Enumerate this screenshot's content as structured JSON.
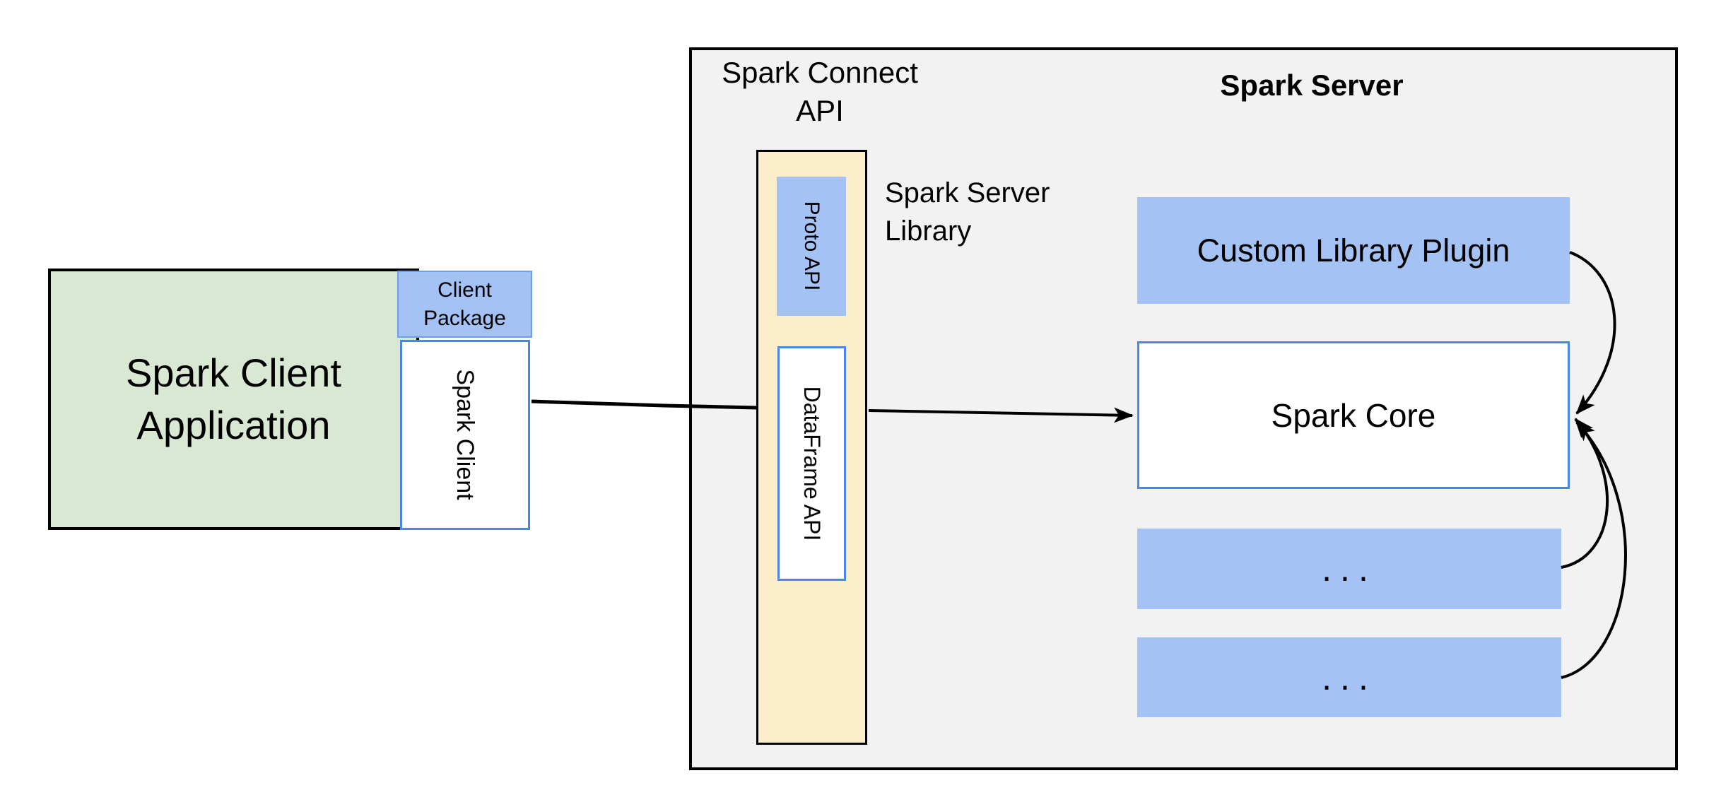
{
  "client": {
    "app_label": "Spark Client Application",
    "package_label": "Client Package",
    "client_label": "Spark Client"
  },
  "connect": {
    "api_label": "Spark Connect API",
    "proto_label": "Proto API",
    "dataframe_label": "DataFrame API",
    "server_library_label": "Spark Server Library"
  },
  "server": {
    "title": "Spark Server",
    "plugin_label": "Custom Library Plugin",
    "core_label": "Spark Core",
    "ellipsis": "..."
  },
  "colors": {
    "green_fill": "#d9e8d3",
    "blue_fill": "#a4c2f4",
    "yellow_fill": "#fdeecb",
    "gray_fill": "#f2f2f2",
    "blue_border": "#4a86e8",
    "pkg_border": "#6d9eeb",
    "ink": "#000000"
  }
}
